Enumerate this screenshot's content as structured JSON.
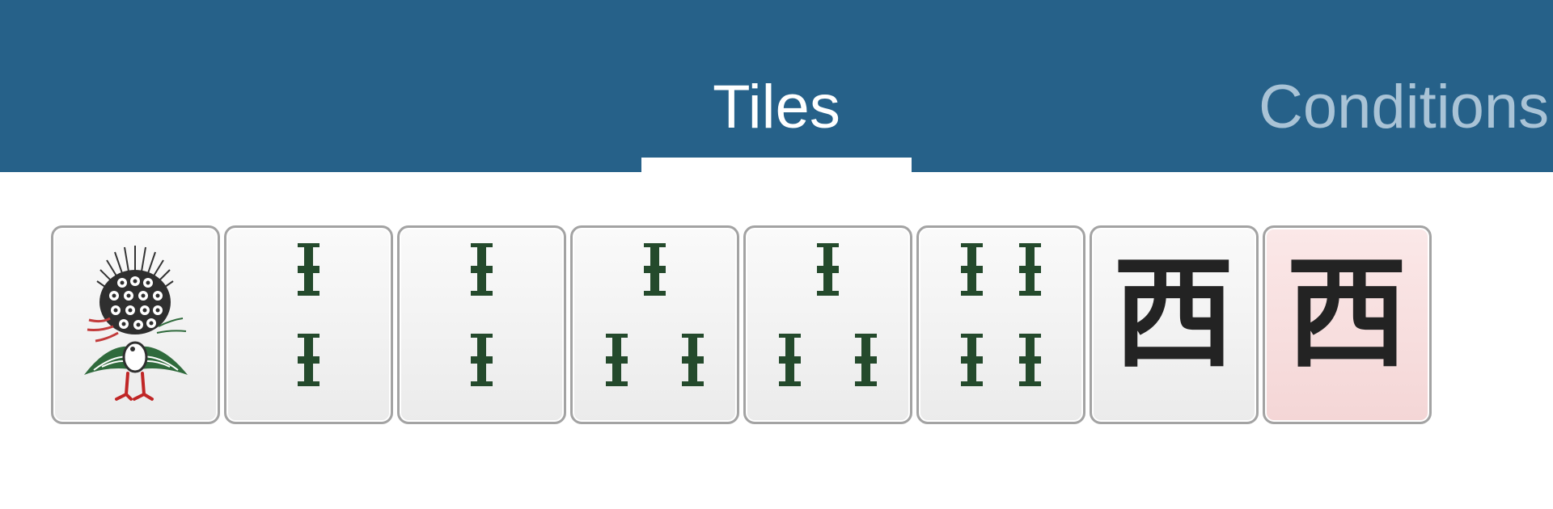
{
  "tabs": [
    {
      "label": "Tiles",
      "active": true
    },
    {
      "label": "Conditions",
      "active": false
    }
  ],
  "colors": {
    "header_bg": "#266189",
    "tab_active": "#ffffff",
    "tab_inactive": "#a9c3d6",
    "bamboo": "#244a2c",
    "highlight_tile": "#f8e1e1"
  },
  "hand": {
    "tiles": [
      {
        "name": "bamboo-1-bird",
        "icon": "peacock-icon"
      },
      {
        "name": "bamboo-2",
        "icon": "bamboo-sticks-icon"
      },
      {
        "name": "bamboo-2",
        "icon": "bamboo-sticks-icon"
      },
      {
        "name": "bamboo-3",
        "icon": "bamboo-sticks-icon"
      },
      {
        "name": "bamboo-3",
        "icon": "bamboo-sticks-icon"
      },
      {
        "name": "bamboo-4",
        "icon": "bamboo-sticks-icon"
      },
      {
        "name": "west-wind",
        "glyph": "西"
      },
      {
        "name": "west-wind",
        "glyph": "西",
        "highlighted": true
      }
    ]
  }
}
